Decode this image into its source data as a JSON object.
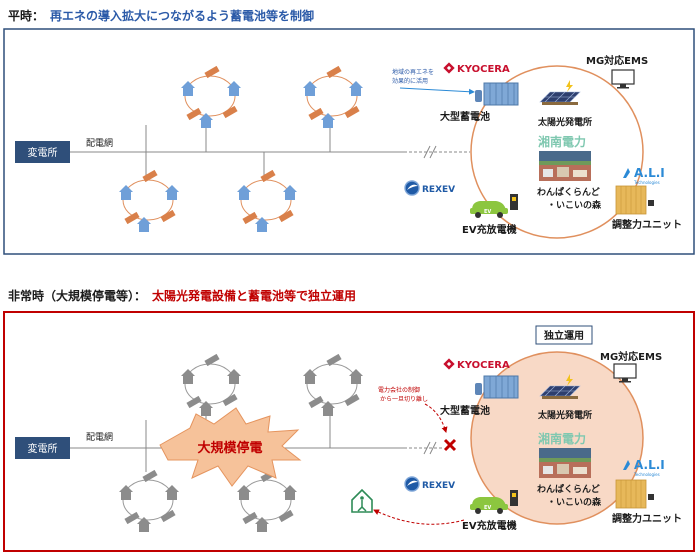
{
  "normal": {
    "heading_prefix": "平時：",
    "heading_text": "再エネの導入拡大につながるよう蓄電池等を制御",
    "substation": "変電所",
    "grid_line": "配電網",
    "annotation_line1": "地域の再エネを",
    "annotation_line2": "効果的に活用",
    "kyocera": "KYOCERA",
    "battery": "大型蓄電池",
    "ems": "MG対応EMS",
    "solar": "太陽光発電所",
    "shonan": "湘南電力",
    "wanpaku_line1": "わんぱくらんど",
    "wanpaku_line2": "・いこいの森",
    "ali": "A.L.I",
    "ali_sub": "Technologies",
    "rexev": "REXEV",
    "ev_charger": "EV充放電機",
    "ev_tag": "EV",
    "regulator": "調整力ユニット"
  },
  "emergency": {
    "heading_prefix": "非常時（大規模停電等）：",
    "heading_text": "太陽光発電設備と蓄電池等で独立運用",
    "substation": "変電所",
    "grid_line": "配電網",
    "blackout": "大規模停電",
    "cutoff_line1": "電力会社の制御",
    "cutoff_line2": "から一旦切り離し",
    "independent": "独立運用",
    "kyocera": "KYOCERA",
    "battery": "大型蓄電池",
    "ems": "MG対応EMS",
    "solar": "太陽光発電所",
    "shonan": "湘南電力",
    "wanpaku_line1": "わんぱくらんど",
    "wanpaku_line2": "・いこいの森",
    "ali": "A.L.I",
    "ali_sub": "Technologies",
    "rexev": "REXEV",
    "ev_charger": "EV充放電機",
    "ev_tag": "EV",
    "regulator": "調整力ユニット"
  },
  "colors": {
    "heading_blue": "#2b5aa8",
    "heading_red": "#c00000",
    "frame_blue": "#2f4f7a",
    "frame_red": "#c00000",
    "substation_fill": "#2f4f7a",
    "microgrid_fill_normal": "#ffffff",
    "microgrid_fill_emergency": "#f8d9c6",
    "microgrid_stroke": "#e0905e",
    "house_blue": "#6f9fd8",
    "house_grey": "#8c8c8c",
    "panel_orange": "#d9804a",
    "kyocera_red": "#c8102e",
    "blackout_fill": "#f6c29a",
    "blackout_text": "#c00000",
    "shonan_green": "#7fc8b0",
    "ali_blue": "#2b8ad6"
  }
}
